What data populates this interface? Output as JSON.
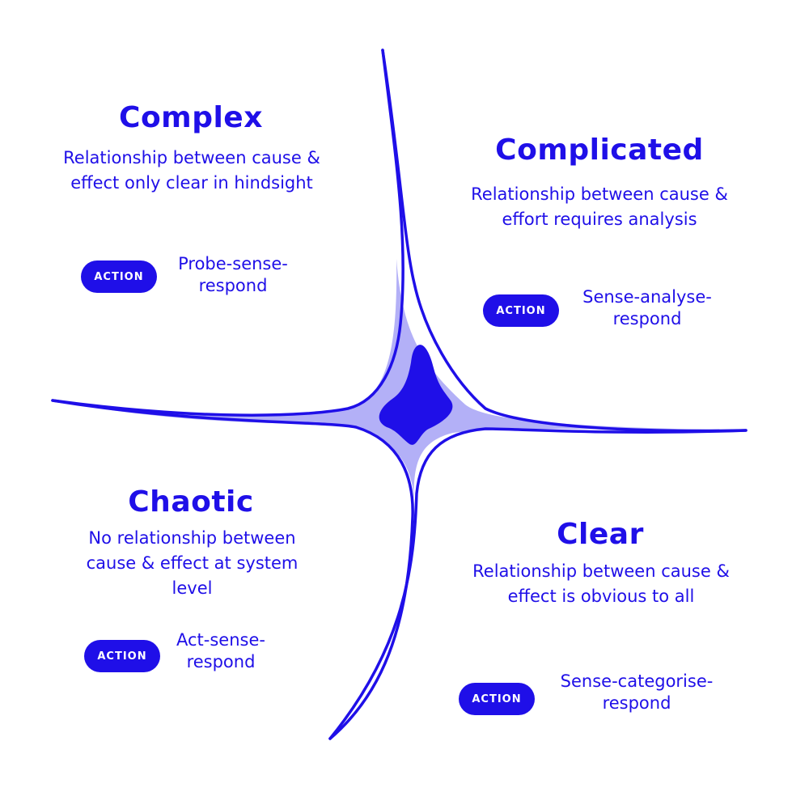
{
  "colors": {
    "accent": "#1f0fe8",
    "light_fill": "#b3b0f7",
    "background": "#ffffff"
  },
  "complex": {
    "title": "Complex",
    "description": "Relationship between cause & effect only clear in hindsight",
    "action_label": "ACTION",
    "action_text": "Probe-sense-respond"
  },
  "complicated": {
    "title": "Complicated",
    "description": "Relationship between cause & effort requires analysis",
    "action_label": "ACTION",
    "action_text": "Sense-analyse-respond"
  },
  "chaotic": {
    "title": "Chaotic",
    "description": "No relationship between cause & effect at system level",
    "action_label": "ACTION",
    "action_text": "Act-sense-respond"
  },
  "clear": {
    "title": "Clear",
    "description": "Relationship between cause & effect is obvious to all",
    "action_label": "ACTION",
    "action_text": "Sense-categorise-respond"
  }
}
